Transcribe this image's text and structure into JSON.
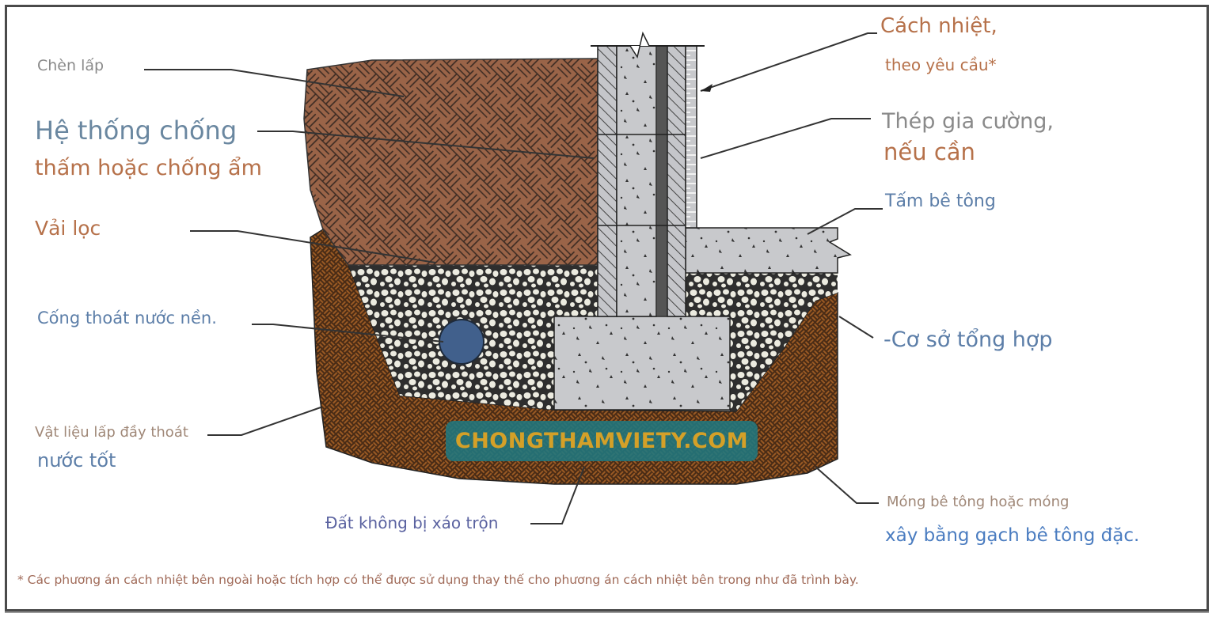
{
  "labels": {
    "backfill": "Chèn lấp",
    "waterproofing_line1": "Hệ thống chống",
    "waterproofing_line2": "thấm hoặc chống ẩm",
    "filter_fabric": "Vải lọc",
    "drain": "Cống thoát nước nền.",
    "drainage_fill_line1": "Vật liệu lấp đầy thoát",
    "drainage_fill_line2": "nước tốt",
    "insulation_line1": "Cách nhiệt,",
    "insulation_line2": "theo yêu cầu*",
    "rebar_line1": "Thép gia cường,",
    "rebar_line2": "nếu cần",
    "slab": "Tấm bê tông",
    "aggregate_base": "-Cơ sở tổng hợp",
    "footing_line1": "Móng bê tông hoặc móng",
    "footing_line2": "xây bằng gạch bê tông đặc.",
    "undisturbed_soil": "Đất không bị xáo trộn"
  },
  "footnote": "* Các phương án cách nhiệt bên ngoài hoặc tích hợp có thể được sử dụng thay thế cho phương án cách nhiệt bên trong như đã trình bày.",
  "watermark": "CHONGTHAMVIETY.COM",
  "colors": {
    "backfill": "#9a6448",
    "soil": "#5a3418",
    "soil_stripe": "#9a5a24",
    "gravel_dark": "#2e2e2e",
    "gravel_stone": "#ecebe0",
    "concrete": "#c8c9cc",
    "drain_pipe": "#41608c",
    "watermark_bg": "#207880",
    "watermark_text": "#d4a028"
  }
}
